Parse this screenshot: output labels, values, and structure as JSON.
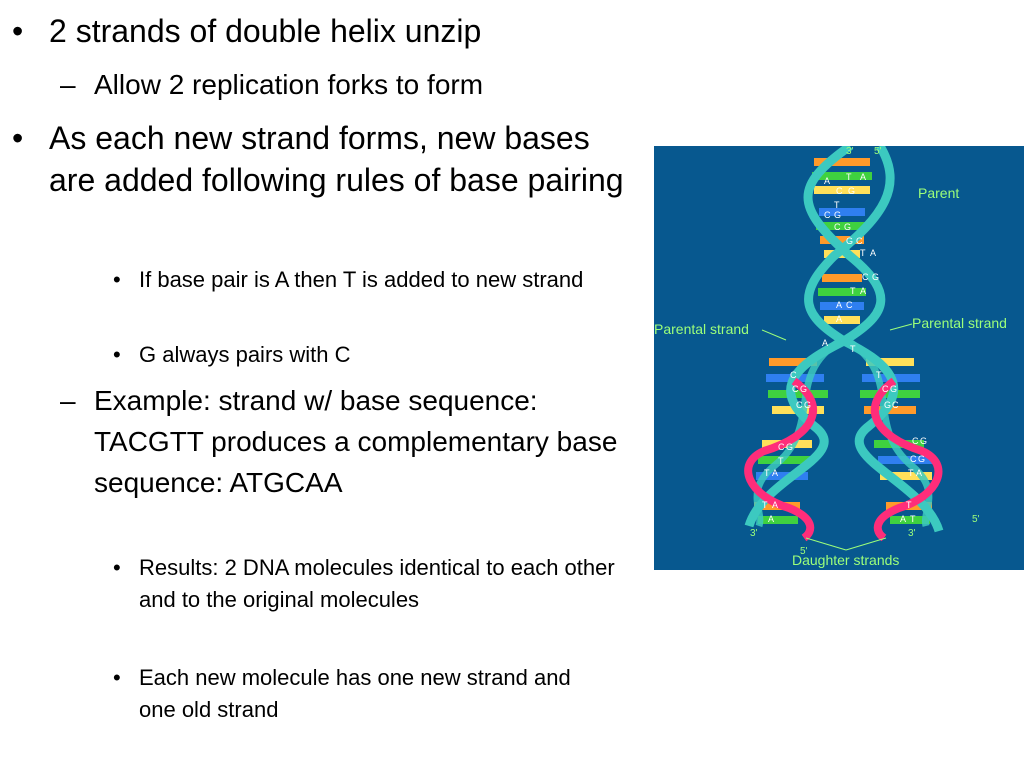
{
  "bullets": {
    "b1": "2 strands of double helix unzip",
    "b1_1": "Allow 2 replication forks to form",
    "b2": "As each new strand forms, new bases are added following rules of base pairing",
    "b2_1": "If base pair is A then T is added to new strand",
    "b2_2": "G always pairs with C",
    "b2_3": "Example: strand w/ base sequence: TACGTT produces a complementary base sequence: ATGCAA",
    "b2_3_1": "Results: 2 DNA molecules identical to each other and to the original molecules",
    "b2_3_2": "Each new molecule has one new strand and one old strand"
  },
  "markers": {
    "dot": "•",
    "dash": "–"
  },
  "diagram": {
    "parent": "Parent",
    "parental_strand_left": "Parental strand",
    "parental_strand_right": "Parental strand",
    "daughter_strands": "Daughter strands",
    "end_3": "3'",
    "end_5": "5'",
    "base_C": "C",
    "base_G": "G",
    "base_A": "A",
    "base_T": "T"
  },
  "colors": {
    "background": "#07588f",
    "label": "#9cff7a",
    "parental_strand": "#3cc9c0",
    "daughter_strand": "#ff2d7a"
  }
}
